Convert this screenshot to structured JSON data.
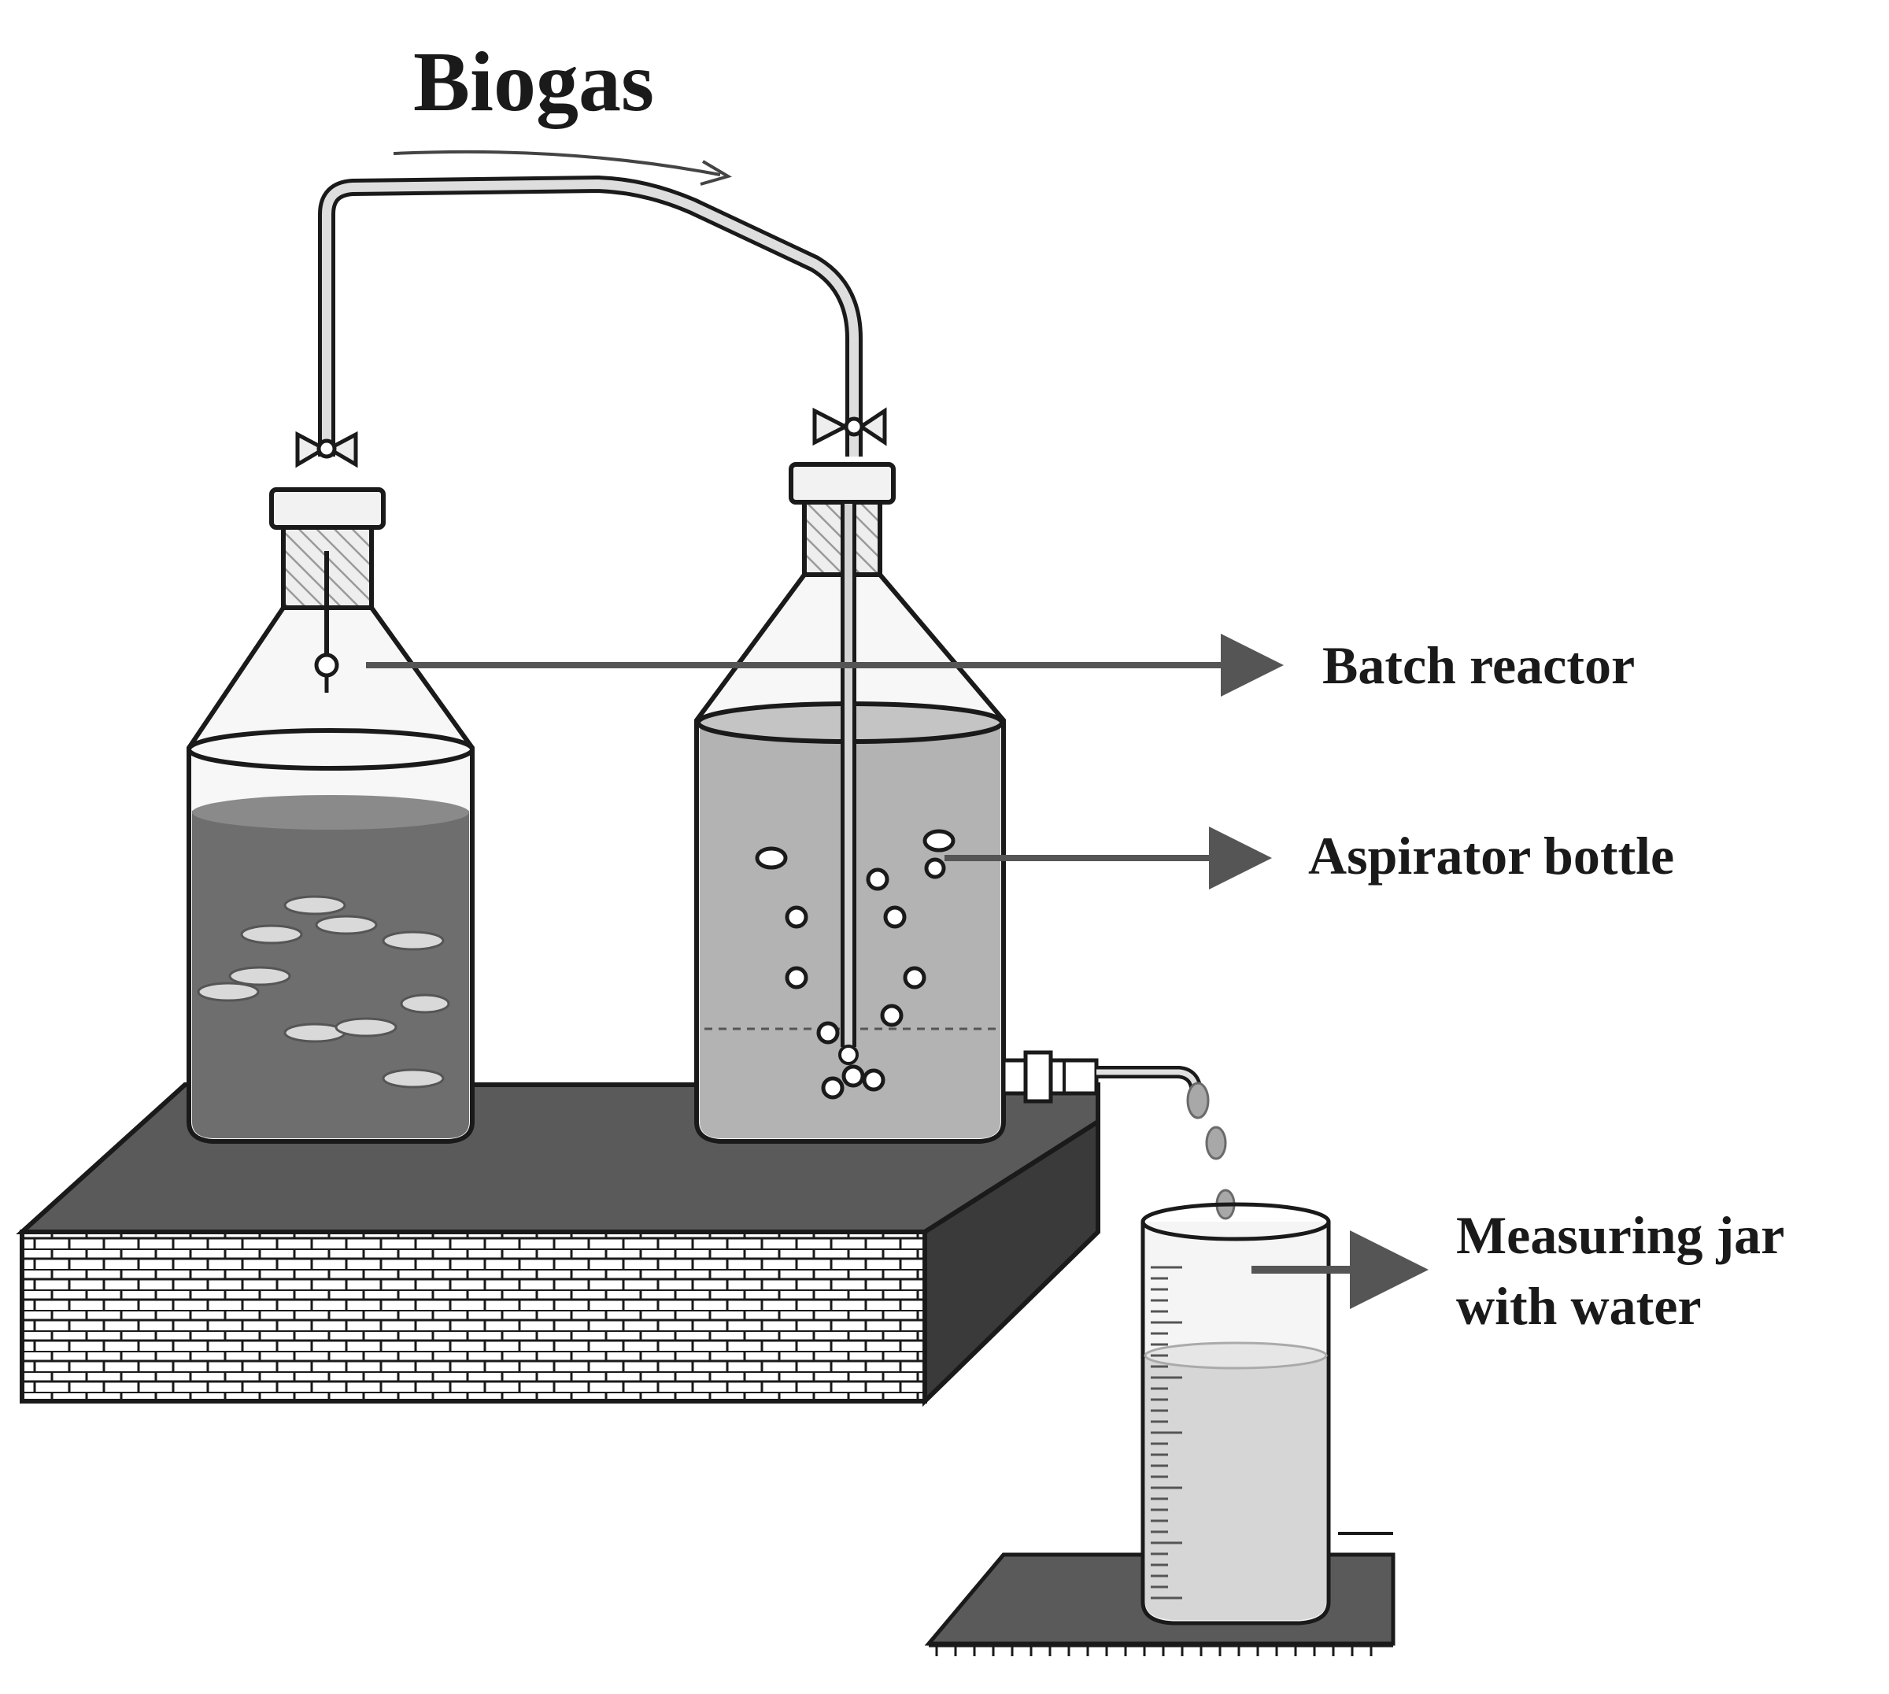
{
  "title": "Biogas",
  "labels": {
    "batch_reactor": "Batch reactor",
    "aspirator_bottle": "Aspirator bottle",
    "measuring_jar_line1": "Measuring jar",
    "measuring_jar_line2": "with water"
  },
  "colors": {
    "ink": "#1a1a1a",
    "reactor_liquid": "#6e6e6e",
    "aspirator_liquid": "#b3b3b3",
    "platform_top": "#5a5a5a",
    "platform_side": "#3a3a3a",
    "jar_water": "#d6d6d6",
    "background": "#ffffff"
  }
}
